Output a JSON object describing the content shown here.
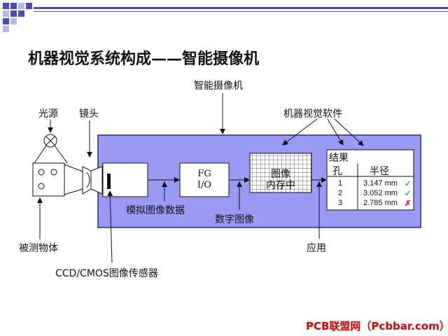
{
  "title": "机器视觉系统构成——智能摄像机",
  "labels": {
    "smart_camera": "智能摄像机",
    "light_source": "光源",
    "lens": "镜头",
    "mv_software": "机器视觉软件",
    "object": "被测物体",
    "sensor": "CCD/CMOS图像传感器",
    "analog_data": "模拟图像数据",
    "digital_image": "数字图像",
    "application": "应用"
  },
  "fg_box": {
    "line1": "FG",
    "line2": "I/O"
  },
  "memory_box": {
    "line1": "图像",
    "line2": "内存中"
  },
  "results": {
    "title": "结果",
    "col_hole": "孔",
    "col_radius": "半径",
    "rows": [
      {
        "id": "1",
        "value": "3.147 mm",
        "status": "✓",
        "ok": true
      },
      {
        "id": "2",
        "value": "3.052 mm",
        "status": "✓",
        "ok": true
      },
      {
        "id": "3",
        "value": "2.785 mm",
        "status": "✗",
        "ok": false
      }
    ]
  },
  "footer": "PCB联盟网（Pcbbar.com）",
  "colors": {
    "camera_fill": "#9a9af5",
    "camera_border": "#2a2a7a",
    "deco_blue": "#4a4ab8",
    "footer_red": "#e00000"
  }
}
